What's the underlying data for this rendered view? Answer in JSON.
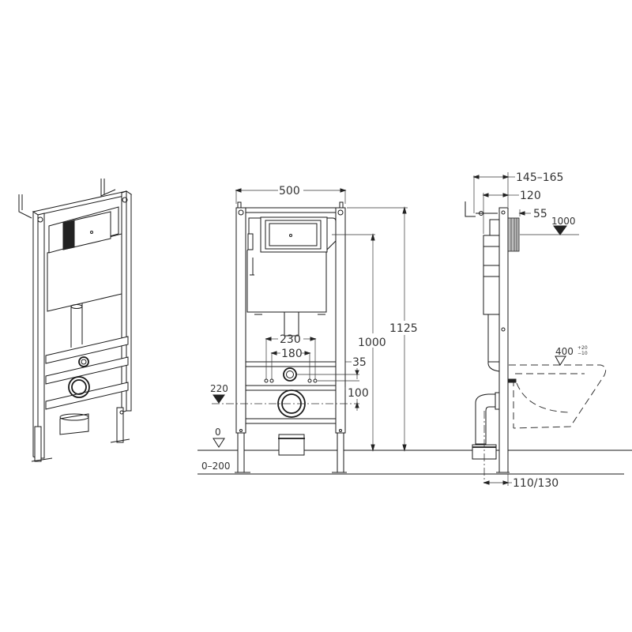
{
  "drawing": {
    "type": "technical drawing - wall-hung WC installation frame",
    "views": [
      "isometric",
      "front",
      "side"
    ],
    "line_color": "#1a1a1a",
    "background": "#ffffff"
  },
  "front_view": {
    "width_label": "500",
    "flush_plate_spacing_outer": "230",
    "flush_plate_spacing_inner": "180",
    "offset_small": "35",
    "offset_100": "100",
    "height_frame": "1125",
    "height_cistern": "1000",
    "level_drain": "220",
    "level_floor": "0",
    "foot_adjust": "0–200"
  },
  "side_view": {
    "depth_total": "145–165",
    "depth_mid": "120",
    "depth_front": "55",
    "level_cistern": "1000",
    "seat_height": "400",
    "seat_tol_plus": "+20",
    "seat_tol_minus": "−10",
    "drain_offset": "110/130"
  }
}
